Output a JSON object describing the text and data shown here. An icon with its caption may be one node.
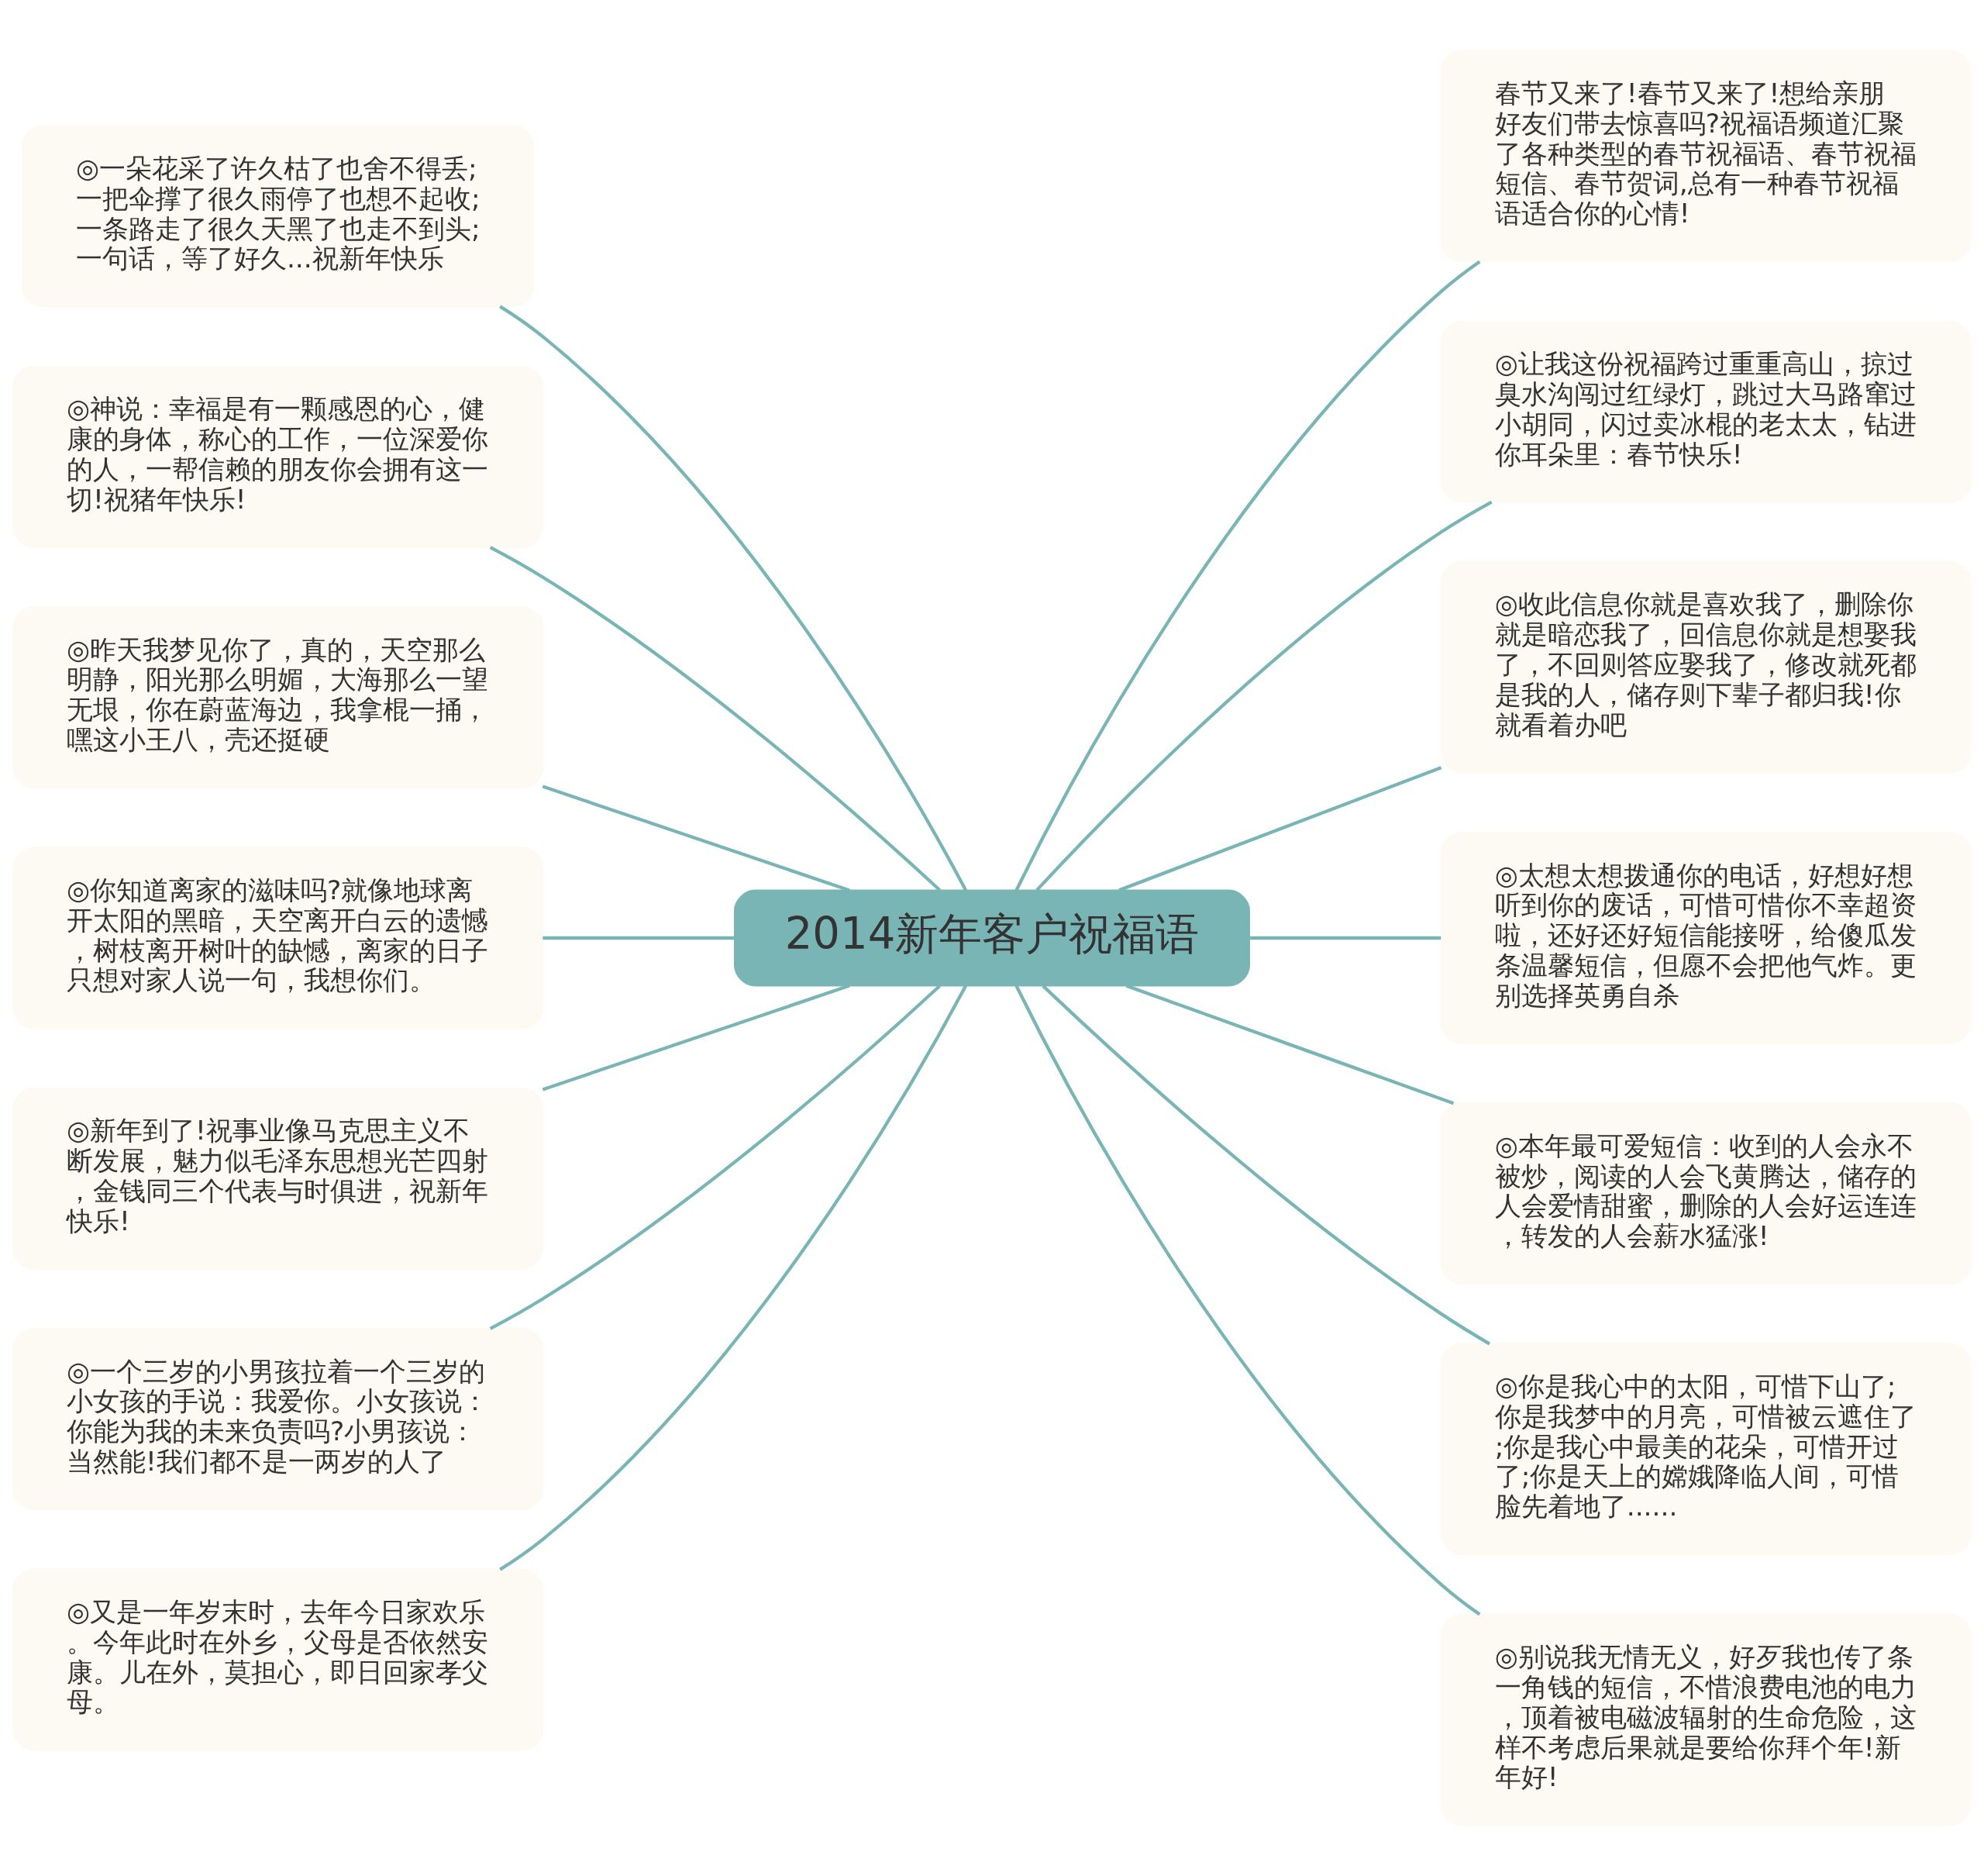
{
  "diagram": {
    "nodes": [
      {
        "text": [
          "2014新年客户祝福语"
        ]
      },
      {
        "text": [
          "◎一朵花采了许久枯了也舍不得丢;一把伞撑了很久雨停了也想不起收;一条路走了很久天黑了也走不到头;一句话，等了好久...祝新年快乐"
        ]
      },
      {
        "text": [
          "◎神说：幸福是有一颗感恩的心，健康的身体，称心的工作，一位深爱你的人，一帮信赖的朋友你会拥有这一切!祝猪年快乐!"
        ]
      },
      {
        "text": [
          "◎昨天我梦见你了，真的，天空那么明静，阳光那么明媚，大海那么一望无垠，你在蔚蓝海边，我拿棍一捅，嘿这小王八，壳还挺硬"
        ]
      },
      {
        "text": [
          "◎你知道离家的滋味吗?就像地球离开太阳的黑暗，天空离开白云的遗憾，树枝离开树叶的缺憾，离家的日子只想对家人说一句，我想你们。"
        ]
      },
      {
        "text": [
          "◎新年到了!祝事业像马克思主义不断发展，魅力似毛泽东思想光芒四射，金钱同三个代表与时俱进，祝新年快乐!"
        ]
      },
      {
        "text": [
          "◎一个三岁的小男孩拉着一个三岁的小女孩的手说：我爱你。小女孩说：你能为我的未来负责吗?小男孩说：当然能!我们都不是一两岁的人了"
        ]
      },
      {
        "text": [
          "◎又是一年岁末时，去年今日家欢乐。今年此时在外乡，父母是否依然安康。儿在外，莫担心，即日回家孝父母。"
        ]
      },
      {
        "text": [
          "春节又来了!春节又来了!想给亲朋好友们带去惊喜吗?祝福语频道汇聚了各种类型的春节祝福语、春节祝福短信、春节贺词,总有一种春节祝福语适合你的心情!"
        ]
      },
      {
        "text": [
          "◎让我这份祝福跨过重重高山，掠过臭水沟闯过红绿灯，跳过大马路窜过小胡同，闪过卖冰棍的老太太，钻进你耳朵里：春节快乐!"
        ]
      },
      {
        "text": [
          "◎收此信息你就是喜欢我了，删除你就是暗恋我了，回信息你就是想娶我了，不回则答应娶我了，修改就死都是我的人，储存则下辈子都归我!你就看着办吧"
        ]
      },
      {
        "text": [
          "◎太想太想拨通你的电话，好想好想听到你的废话，可惜可惜你不幸超资啦，还好还好短信能接呀，给傻瓜发条温馨短信，但愿不会把他气炸。更别选择英勇自杀"
        ]
      },
      {
        "text": [
          "◎本年最可爱短信：收到的人会永不被炒，阅读的人会飞黄腾达，储存的人会爱情甜蜜，删除的人会好运连连，转发的人会薪水猛涨!"
        ]
      },
      {
        "text": [
          "◎你是我心中的太阳，可惜下山了;你是我梦中的月亮，可惜被云遮住了;你是我心中最美的花朵，可惜开过了;你是天上的嫦娥降临人间，可惜脸先着地了......"
        ]
      },
      {
        "text": [
          "◎别说我无情无义，好歹我也传了条一角钱的短信，不惜浪费电池的电力，顶着被电磁波辐射的生命危险，这样不考虑后果就是要给你拜个年!新年好!"
        ]
      }
    ],
    "edges": [
      {
        "from": 0,
        "to": 1,
        "arrow": "none"
      },
      {
        "from": 0,
        "to": 2,
        "arrow": "none"
      },
      {
        "from": 0,
        "to": 3,
        "arrow": "none"
      },
      {
        "from": 0,
        "to": 4,
        "arrow": "none"
      },
      {
        "from": 0,
        "to": 5,
        "arrow": "none"
      },
      {
        "from": 0,
        "to": 6,
        "arrow": "none"
      },
      {
        "from": 0,
        "to": 7,
        "arrow": "none"
      },
      {
        "from": 0,
        "to": 8,
        "arrow": "none"
      },
      {
        "from": 0,
        "to": 9,
        "arrow": "none"
      },
      {
        "from": 0,
        "to": 10,
        "arrow": "none"
      },
      {
        "from": 0,
        "to": 11,
        "arrow": "none"
      },
      {
        "from": 0,
        "to": 12,
        "arrow": "none"
      },
      {
        "from": 0,
        "to": 13,
        "arrow": "none"
      },
      {
        "from": 0,
        "to": 14,
        "arrow": "none"
      }
    ]
  }
}
